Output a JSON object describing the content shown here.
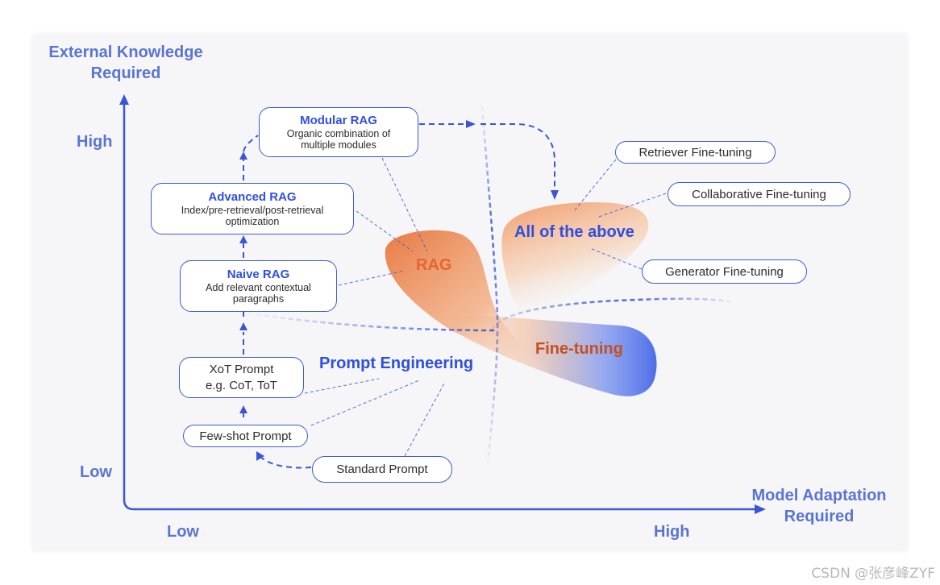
{
  "axes": {
    "y_title_line1": "External Knowledge",
    "y_title_line2": "Required",
    "y_high": "High",
    "y_low": "Low",
    "x_title_line1": "Model Adaptation",
    "x_title_line2": "Required",
    "x_low": "Low",
    "x_high": "High"
  },
  "nodes": {
    "modular_rag": {
      "title": "Modular RAG",
      "desc_line1": "Organic combination of",
      "desc_line2": "multiple modules"
    },
    "advanced_rag": {
      "title": "Advanced RAG",
      "desc_line1": "Index/pre-retrieval/post-retrieval",
      "desc_line2": "optimization"
    },
    "naive_rag": {
      "title": "Naive RAG",
      "desc_line1": "Add relevant contextual",
      "desc_line2": "paragraphs"
    },
    "xot_prompt": {
      "line1": "XoT Prompt",
      "line2": "e.g. CoT, ToT"
    },
    "few_shot_prompt": "Few-shot Prompt",
    "standard_prompt": "Standard Prompt",
    "retriever_ft": "Retriever Fine-tuning",
    "collaborative_ft": "Collaborative Fine-tuning",
    "generator_ft": "Generator Fine-tuning"
  },
  "regions": {
    "rag": "RAG",
    "fine_tuning": "Fine-tuning",
    "prompt_engineering": "Prompt Engineering",
    "all_of_the_above": "All of the above"
  },
  "colors": {
    "axis": "#3a56d6",
    "accent_blue": "#2f4fe0",
    "rag_orange": "#e87a3e",
    "fine_tuning_text": "#c4501e",
    "fine_tuning_blue": "#5b78e8"
  },
  "watermark": "CSDN @张彦峰ZYF"
}
